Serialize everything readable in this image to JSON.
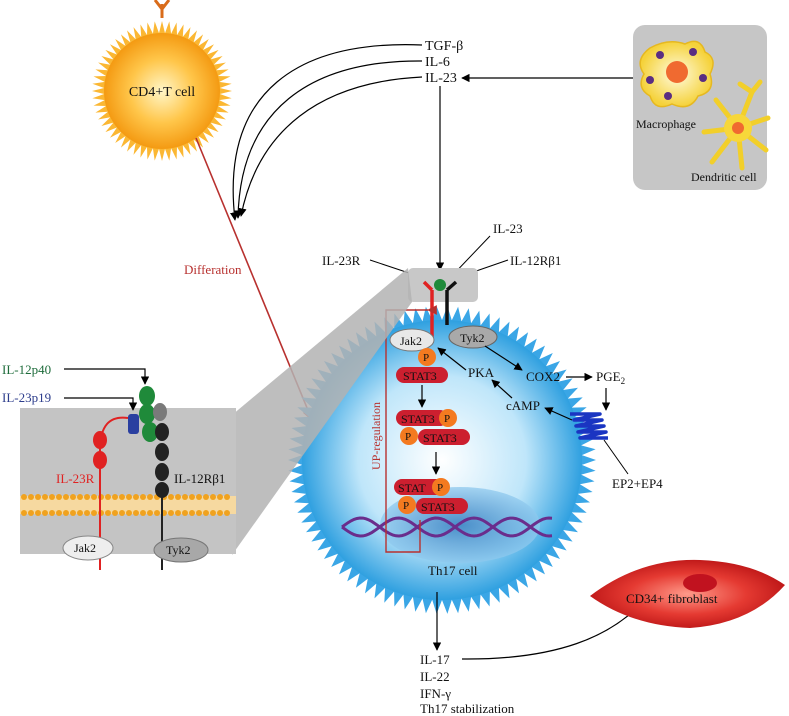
{
  "cells": {
    "cd4": "CD4+T cell",
    "macrophage": "Macrophage",
    "dendritic": "Dendritic cell",
    "th17": "Th17 cell",
    "fibroblast": "CD34+ fibroblast"
  },
  "cytokines_in": [
    "TGF-β",
    "IL-6",
    "IL-23"
  ],
  "labels": {
    "differation": "Differation",
    "il23_top": "IL-23",
    "il23r": "IL-23R",
    "il12rb1": "IL-12Rβ1",
    "jak2": "Jak2",
    "tyk2": "Tyk2",
    "pka": "PKA",
    "cox2": "COX2",
    "pge2_main": "PGE",
    "pge2_sub": "2",
    "camp": "cAMP",
    "ep": "EP2+EP4",
    "upreg": "UP-regulation",
    "stat3": "STAT3",
    "stat_short": "STAT",
    "p": "P"
  },
  "inset": {
    "il12p40": "IL-12p40",
    "il23p19": "IL-23p19",
    "il23r": "IL-23R",
    "il12rb1": "IL-12Rβ1",
    "jak2": "Jak2",
    "tyk2": "Tyk2"
  },
  "outputs": [
    "IL-17",
    "IL-22",
    "IFN-γ",
    "Th17 stabilization"
  ],
  "colors": {
    "cell_orange": "#f7a21b",
    "th17_blue": "#4fb3e8",
    "stat_red": "#cc1f2f",
    "p_orange": "#f47a20",
    "red_arrow": "#b8312f",
    "fibroblast_red": "#e02a2a",
    "inset_gray": "#c8c8c8",
    "il12p40_green": "#1d6b3a",
    "il23p19_blue": "#2d3d8c"
  }
}
